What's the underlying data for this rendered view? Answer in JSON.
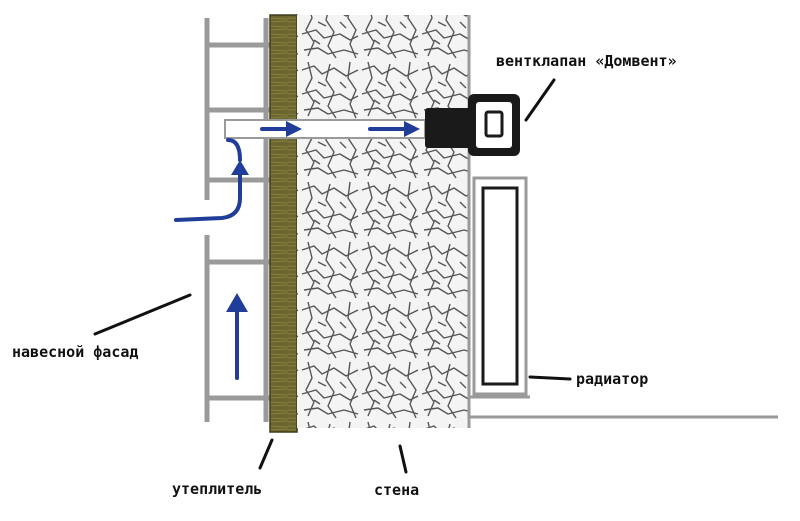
{
  "labels": {
    "valve": "вентклапан «Домвент»",
    "facade": "навесной фасад",
    "radiator": "радиатор",
    "insulation": "утеплитель",
    "wall": "стена"
  },
  "colors": {
    "frame": "#9a9a9a",
    "insulation": "#6b6630",
    "wall_fill": "#f4f4f4",
    "crack": "#3a3a3a",
    "arrow": "#1f3d99",
    "valve": "#1a1a1a",
    "line": "#111111"
  }
}
